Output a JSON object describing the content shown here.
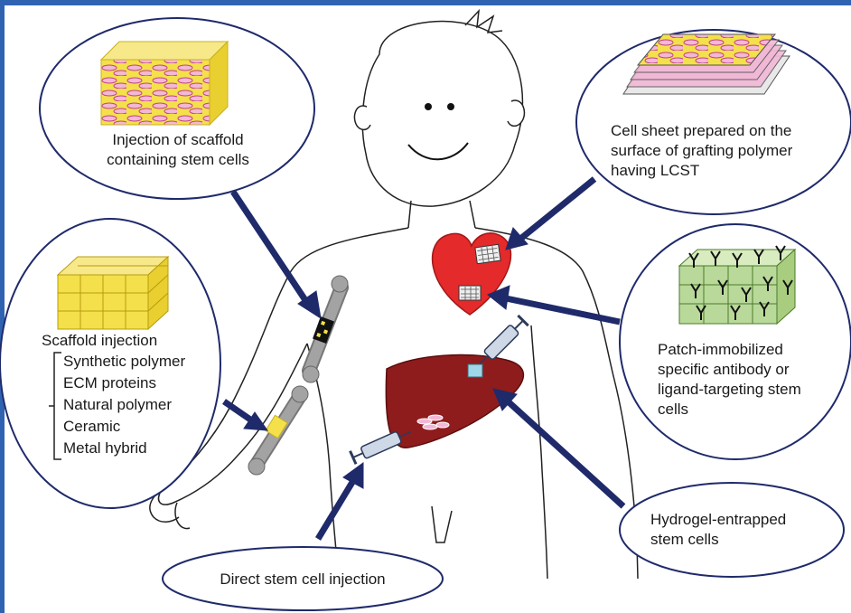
{
  "labels": {
    "scaffold_cells": [
      "Injection of scaffold",
      "containing stem cells"
    ],
    "scaffold_injection_title": "Scaffold injection",
    "scaffold_materials": [
      "Synthetic polymer",
      "ECM proteins",
      "Natural polymer",
      "Ceramic",
      "Metal hybrid"
    ],
    "cell_sheet": [
      "Cell sheet prepared on the",
      "surface of grafting polymer",
      "having LCST"
    ],
    "patch_antibody": [
      "Patch-immobilized",
      "specific antibody or",
      "ligand-targeting stem",
      "cells"
    ],
    "hydrogel": [
      "Hydrogel-entrapped",
      "stem cells"
    ],
    "direct_injection": "Direct stem cell injection"
  },
  "colors": {
    "frame": "#2f63b2",
    "arrow": "#1f2a6b",
    "heart": "#e42a2a",
    "liver": "#8e1c1c",
    "scaffold_yellow": "#f4e04a",
    "patch_green": "#b9d99a",
    "cell_pink": "#d85aa0",
    "bone": "#9a9a9a"
  }
}
